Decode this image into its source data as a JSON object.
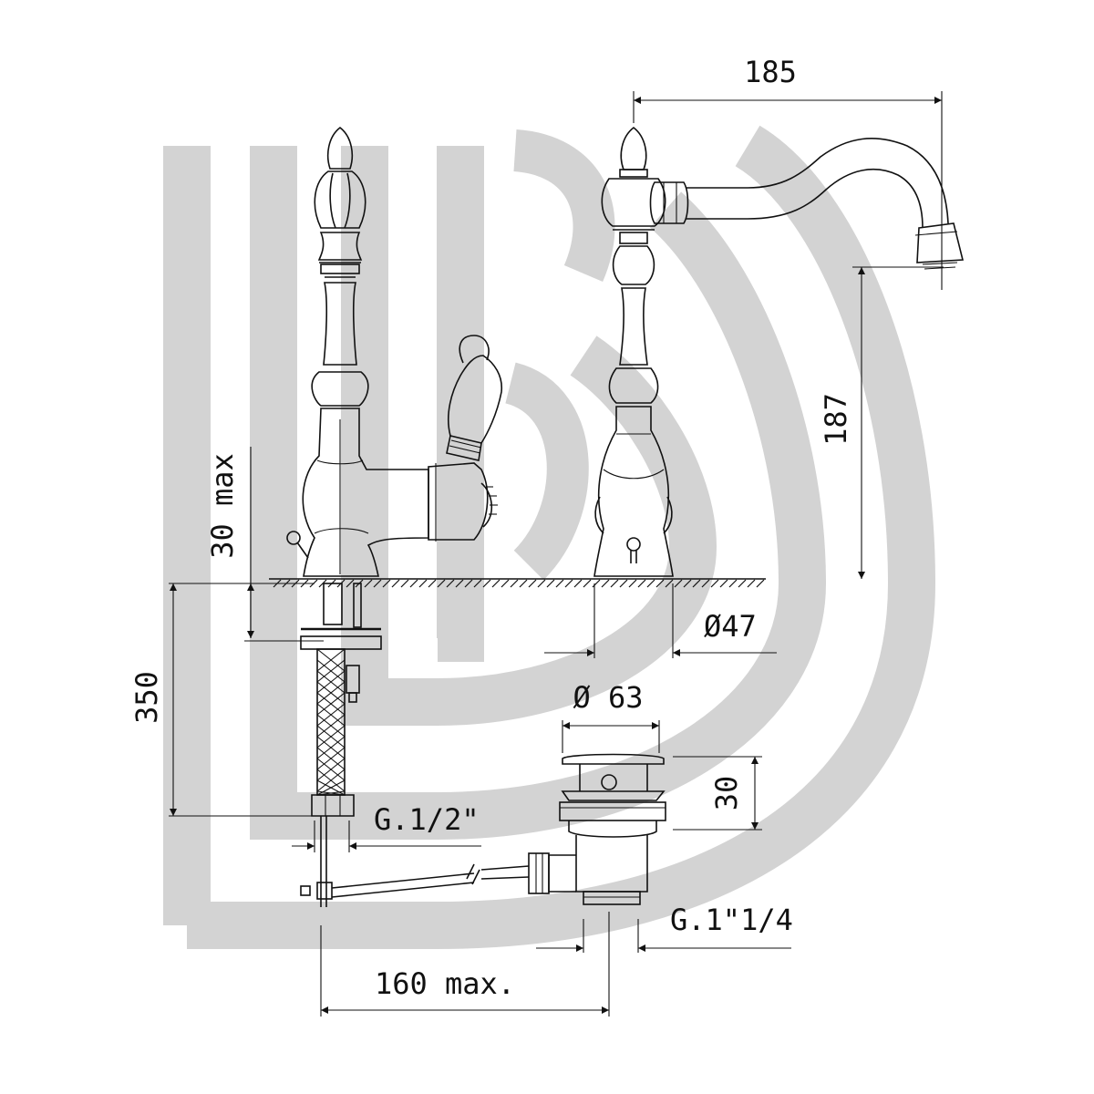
{
  "dimensions": {
    "spout_reach": "185",
    "spout_height": "187",
    "max_deck_thickness": "30 max",
    "base_diameter": "Ø47",
    "hose_length": "350",
    "waste_diameter": "Ø 63",
    "waste_height": "30",
    "inlet_thread": "G.1/2\"",
    "waste_thread": "G.1\"1/4",
    "pull_rod_length": "160 max."
  },
  "colors": {
    "line": "#111111",
    "watermark": "#d3d3d3",
    "background": "#ffffff"
  }
}
